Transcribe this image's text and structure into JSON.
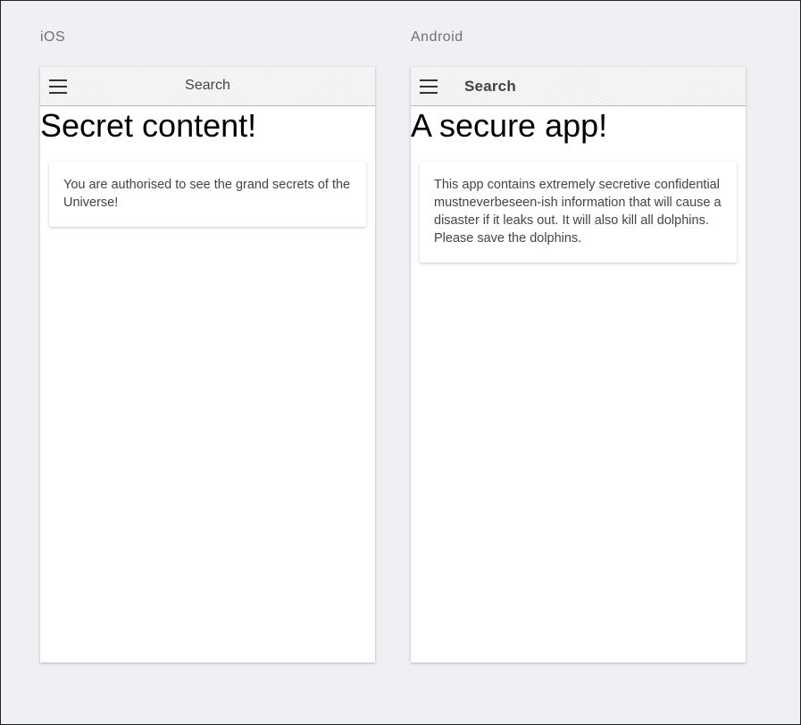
{
  "ios": {
    "platform_label": "iOS",
    "toolbar": {
      "title": "Search",
      "menu_icon": "hamburger-menu-icon"
    },
    "heading": "Secret content!",
    "card_text": "You are authorised to see the grand secrets of the Universe!"
  },
  "android": {
    "platform_label": "Android",
    "toolbar": {
      "title": "Search",
      "menu_icon": "hamburger-menu-icon"
    },
    "heading": "A secure app!",
    "card_text": "This app contains extremely secretive confidential mustneverbeseen-ish information that will cause a disaster if it leaks out. It will also kill all dolphins. Please save the dolphins."
  }
}
